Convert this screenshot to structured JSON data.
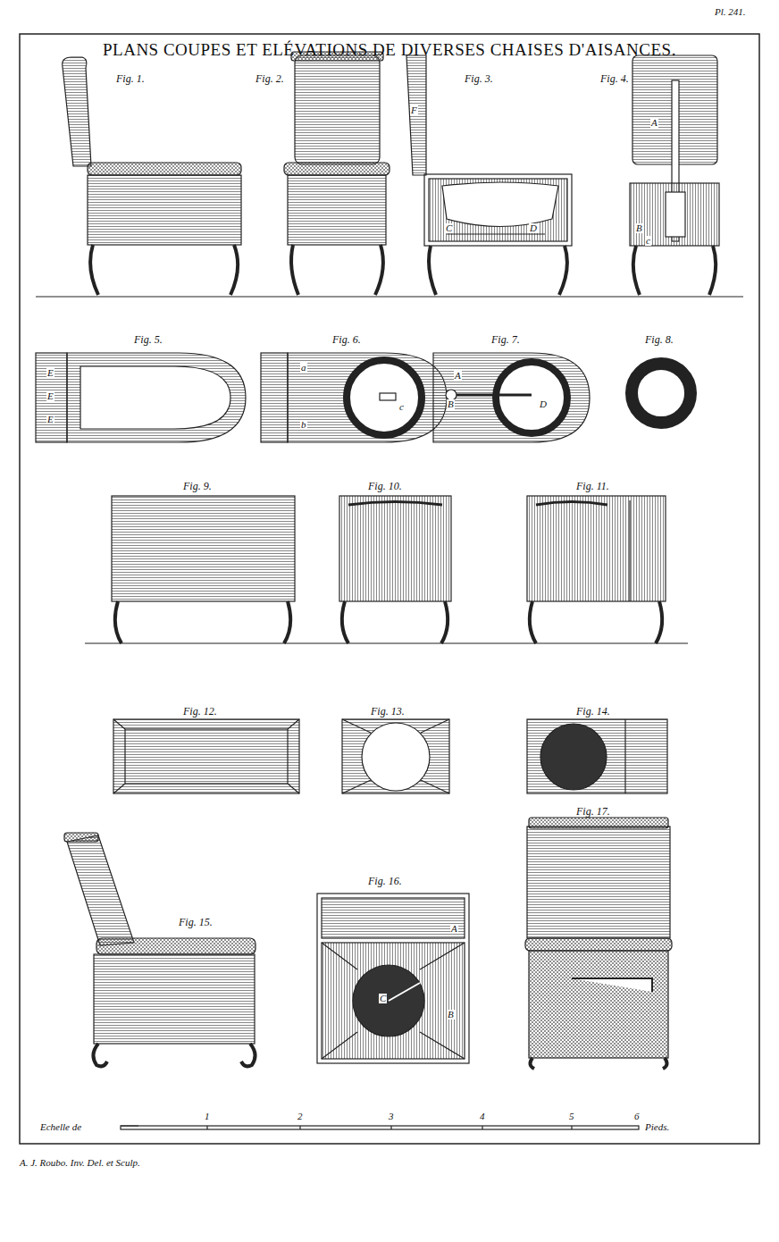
{
  "diagram": {
    "title": "PLANS COUPES ET ELÉVATIONS DE DIVERSES CHAISES D'AISANCES.",
    "labels": [
      "Pl. 241.",
      "Fig. 1.",
      "Fig. 2.",
      "Fig. 3.",
      "Fig. 4.",
      "Fig. 5.",
      "Fig. 6.",
      "Fig. 7.",
      "Fig. 8.",
      "Fig. 9.",
      "Fig. 10.",
      "Fig. 11.",
      "Fig. 12.",
      "Fig. 13.",
      "Fig. 14.",
      "Fig. 15.",
      "Fig. 16.",
      "Fig. 17.",
      "F",
      "C",
      "D",
      "A",
      "B",
      "c",
      "E",
      "E",
      "E",
      "a",
      "b",
      "c",
      "A",
      "B",
      "D",
      "A",
      "C",
      "B",
      "Echelle de",
      "1",
      "2",
      "3",
      "4",
      "5",
      "6",
      "Pieds.",
      "A. J. Roubo. Inv. Del. et Sculp."
    ]
  }
}
